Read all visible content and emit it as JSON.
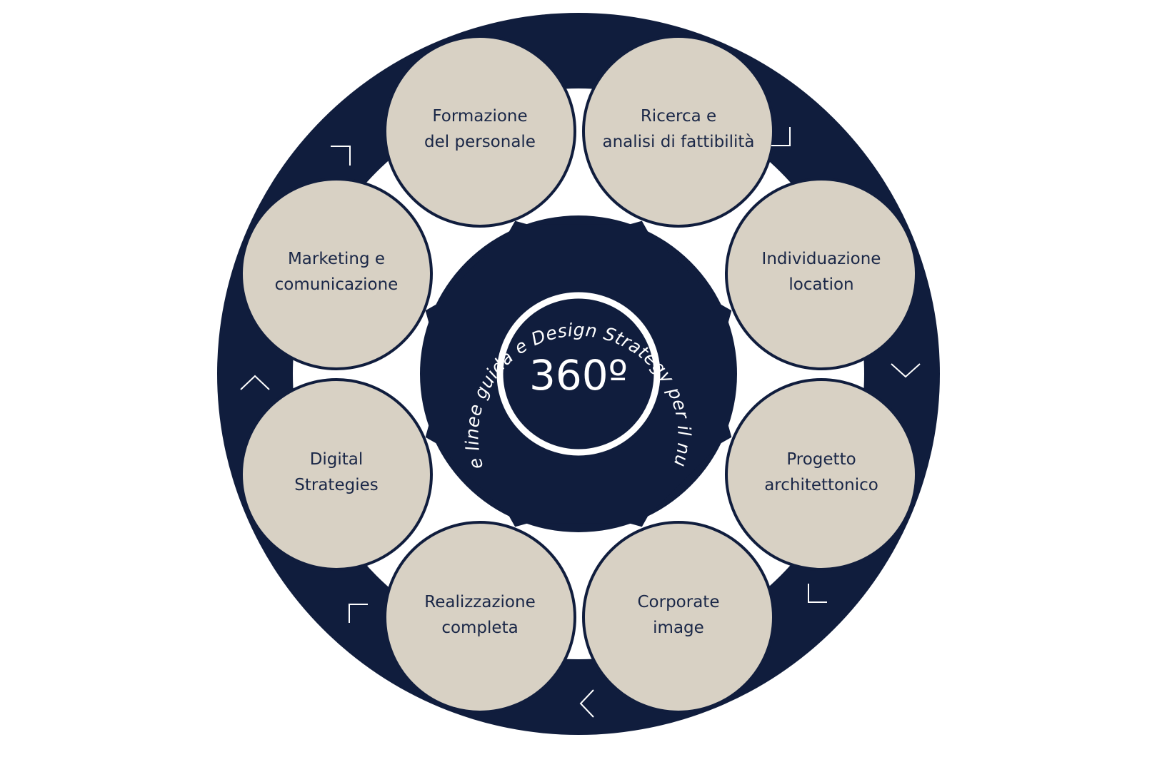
{
  "colors": {
    "navy": "#101d3d",
    "beige": "#d8d1c4",
    "text": "#1a2747",
    "white": "#ffffff"
  },
  "center": {
    "label": "360º",
    "arc_text": "Definizione linee guida e Design Strategy per il nuovo Brand"
  },
  "services": [
    {
      "id": "formazione",
      "lines": [
        "Formazione",
        "del personale"
      ]
    },
    {
      "id": "ricerca",
      "lines": [
        "Ricerca e",
        "analisi di fattibilità"
      ]
    },
    {
      "id": "individuazione",
      "lines": [
        "Individuazione",
        "location"
      ]
    },
    {
      "id": "progetto",
      "lines": [
        "Progetto",
        "architettonico"
      ]
    },
    {
      "id": "corporate",
      "lines": [
        "Corporate",
        "image"
      ]
    },
    {
      "id": "realizzazione",
      "lines": [
        "Realizzazione",
        "completa"
      ]
    },
    {
      "id": "digital",
      "lines": [
        "Digital",
        "Strategies"
      ]
    },
    {
      "id": "marketing",
      "lines": [
        "Marketing e",
        "comunicazione"
      ]
    }
  ],
  "icons": {
    "corners": [
      "corner-top-left-icon",
      "corner-top-right-icon",
      "corner-bottom-right-icon",
      "corner-bottom-left-icon"
    ],
    "chevrons": [
      "chevron-down-icon",
      "chevron-left-icon",
      "chevron-up-icon"
    ]
  }
}
